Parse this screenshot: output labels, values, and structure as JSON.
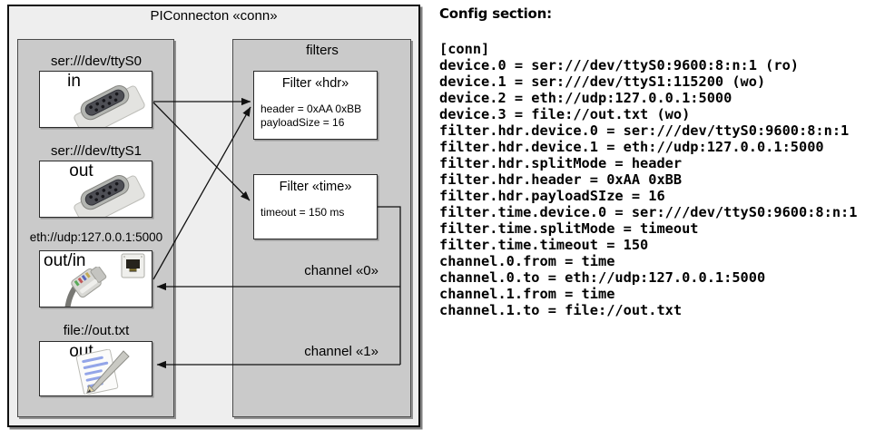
{
  "diagram": {
    "title": "PIConnecton «conn»",
    "filters_title": "filters",
    "devices": [
      {
        "url": "ser:///dev/ttyS0",
        "port": "in",
        "icon": "serial-connector-icon"
      },
      {
        "url": "ser:///dev/ttyS1",
        "port": "out",
        "icon": "serial-connector-icon"
      },
      {
        "url": "eth://udp:127.0.0.1:5000",
        "port": "out/in",
        "icon": "ethernet-plug-icon"
      },
      {
        "url": "file://out.txt",
        "port": "out",
        "icon": "notepad-icon"
      }
    ],
    "filters": [
      {
        "title": "Filter «hdr»",
        "properties": [
          "header = 0xAA 0xBB",
          "payloadSize = 16"
        ]
      },
      {
        "title": "Filter «time»",
        "properties": [
          "timeout = 150 ms"
        ]
      }
    ],
    "channels": [
      {
        "label": "channel «0»"
      },
      {
        "label": "channel «1»"
      }
    ]
  },
  "config": {
    "heading": "Config section:",
    "lines": [
      "[conn]",
      "device.0 = ser:///dev/ttyS0:9600:8:n:1 (ro)",
      "device.1 = ser:///dev/ttyS1:115200 (wo)",
      "device.2 = eth://udp:127.0.0.1:5000",
      "device.3 = file://out.txt (wo)",
      "filter.hdr.device.0 = ser:///dev/ttyS0:9600:8:n:1",
      "filter.hdr.device.1 = eth://udp:127.0.0.1:5000",
      "filter.hdr.splitMode = header",
      "filter.hdr.header = 0xAA 0xBB",
      "filter.hdr.payloadSIze = 16",
      "filter.time.device.0 = ser:///dev/ttyS0:9600:8:n:1",
      "filter.time.splitMode = timeout",
      "filter.time.timeout = 150",
      "channel.0.from = time",
      "channel.0.to = eth://udp:127.0.0.1:5000",
      "channel.1.from = time",
      "channel.1.to = file://out.txt"
    ]
  },
  "colors": {
    "outer_fill": "#eeeeee",
    "panel_fill": "#cacaca",
    "box_fill": "#ffffff",
    "line": "#111111"
  }
}
